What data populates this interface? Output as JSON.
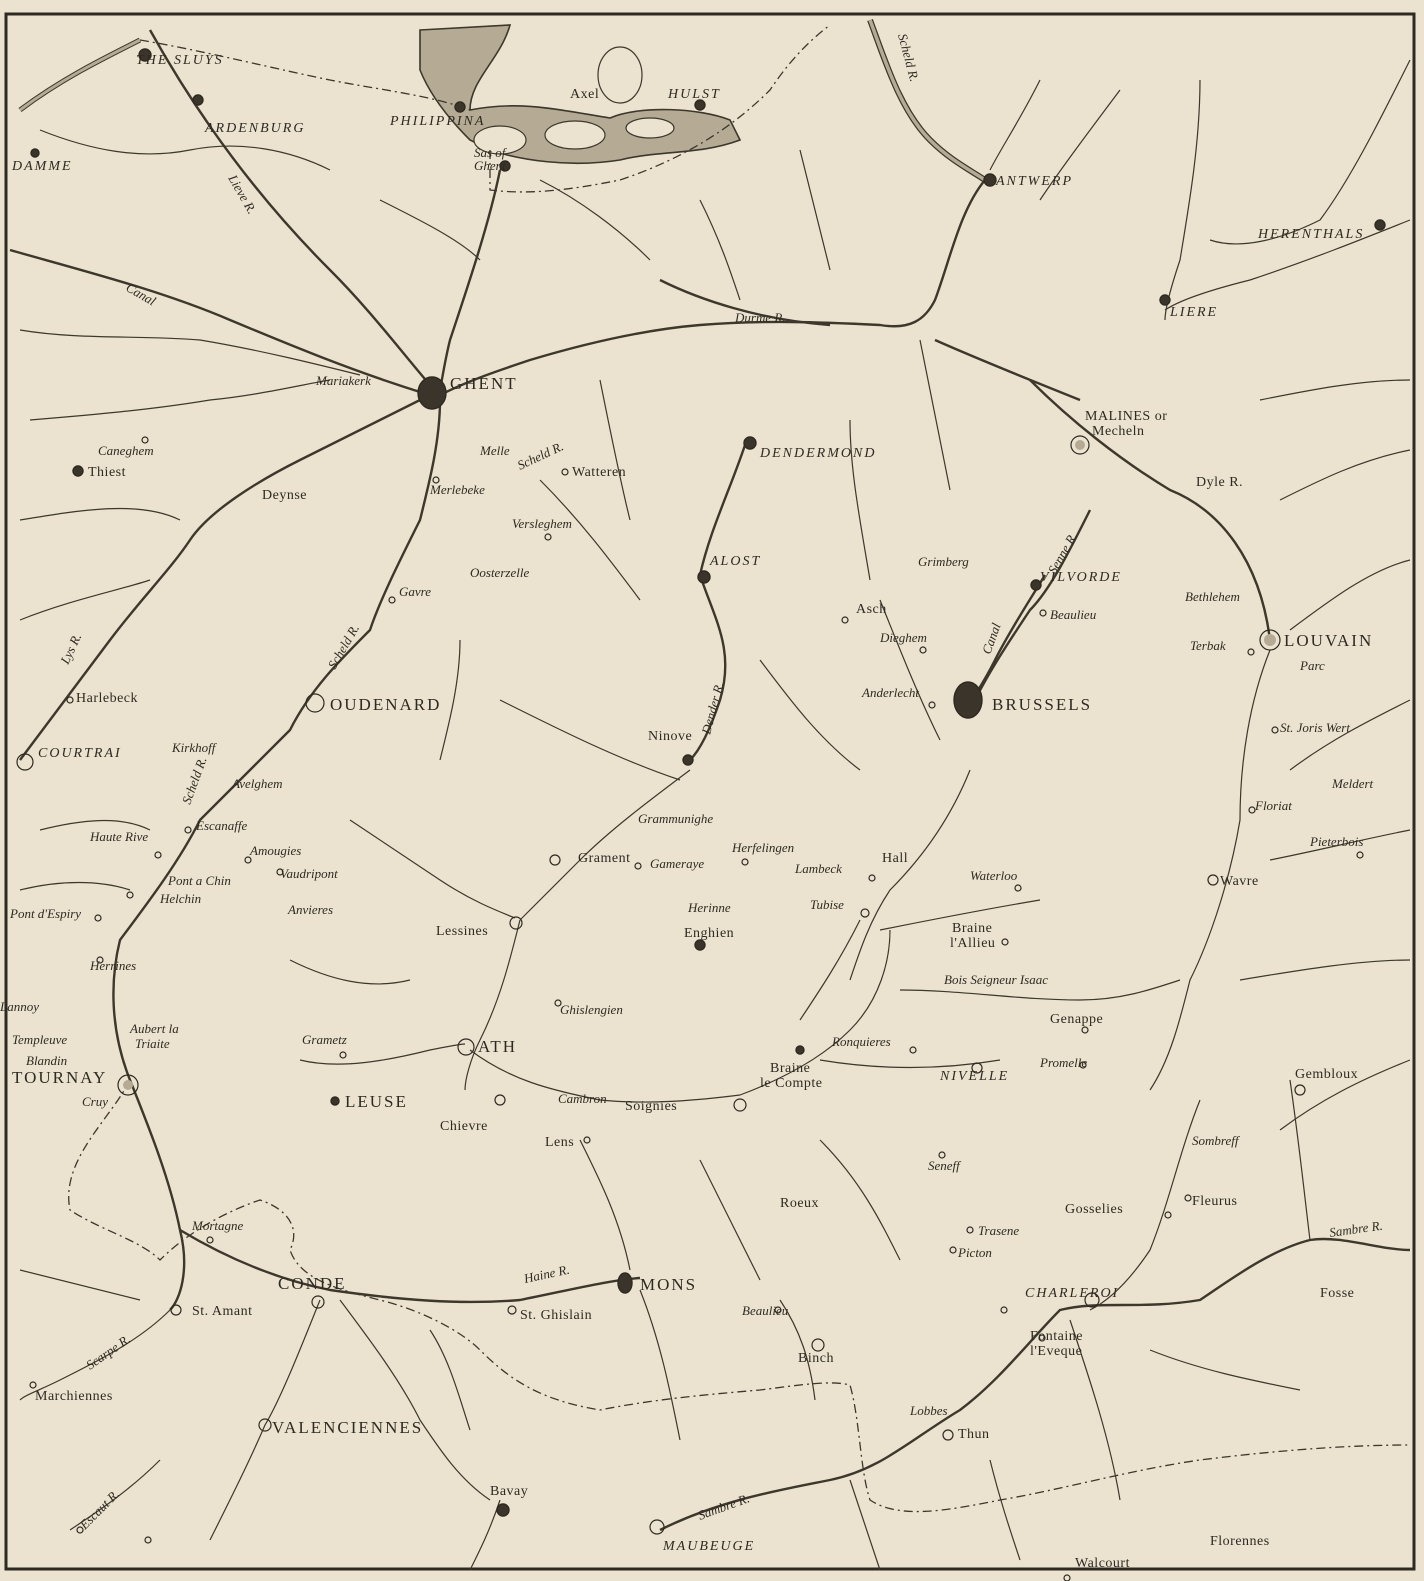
{
  "places": {
    "sluys": "THE SLUYS",
    "ardenburg": "ARDENBURG",
    "damme": "DAMME",
    "philippina": "PHILIPPINA",
    "sas_of_ghent_1": "Sas of",
    "sas_of_ghent_2": "Ghent",
    "axel": "Axel",
    "hulst": "HULST",
    "antwerp": "ANTWERP",
    "herenthals": "HERENTHALS",
    "lierre": "LIERE",
    "ghent": "GHENT",
    "mariakerk": "Mariakerk",
    "caneghem": "Caneghem",
    "thiest": "Thiest",
    "deynse": "Deynse",
    "merlebeke": "Merlebeke",
    "melle": "Melle",
    "watteren": "Watteren",
    "dendermond": "DENDERMOND",
    "malines_1": "MALINES or",
    "malines_2": "Mecheln",
    "versleghem": "Versleghem",
    "oosterzelle": "Oosterzelle",
    "alost": "ALOST",
    "grimberg": "Grimberg",
    "vilvorde": "VILVORDE",
    "beaulieu_n": "Beaulieu",
    "bethlehem": "Bethlehem",
    "asch": "Asch",
    "dieghem": "Dieghem",
    "terbak": "Terbak",
    "louvain": "LOUVAIN",
    "parc": "Parc",
    "gavre": "Gavre",
    "oudenard": "OUDENARD",
    "harlebeck": "Harlebeck",
    "courtrai": "COURTRAI",
    "anderlecht": "Anderlecht",
    "brussels": "BRUSSELS",
    "st_joris_wert": "St. Joris Wert",
    "meldert": "Meldert",
    "ninove": "Ninove",
    "kirkhoff": "Kirkhoff",
    "avelghem": "Avelghem",
    "floriat": "Floriat",
    "pieterbois": "Pieterbois",
    "haute_rive": "Haute Rive",
    "escanaffe": "Escanaffe",
    "grammunighe": "Grammunighe",
    "herfelingen": "Herfelingen",
    "amougies": "Amougies",
    "vaudripont": "Vaudripont",
    "grament": "Grament",
    "gameraye": "Gameraye",
    "lambeck": "Lambeck",
    "hall": "Hall",
    "waterloo": "Waterloo",
    "pont_a_chin": "Pont a Chin",
    "helchin": "Helchin",
    "wavre": "Wavre",
    "pont_d_espiry": "Pont d'Espiry",
    "anvieres": "Anvieres",
    "herinne": "Herinne",
    "enghien": "Enghien",
    "tubise": "Tubise",
    "lessines": "Lessines",
    "braine_allieu_1": "Braine",
    "braine_allieu_2": "l'Allieu",
    "herrines": "Herrines",
    "bois_seigneur": "Bois Seigneur Isaac",
    "ghislengien": "Ghislengien",
    "genappe": "Genappe",
    "lannoy": "Lannoy",
    "templeuve": "Templeuve",
    "aubert_1": "Aubert la",
    "aubert_2": "Triaite",
    "blandin": "Blandin",
    "tournay": "TOURNAY",
    "cruy": "Cruy",
    "grametz": "Grametz",
    "ath": "ATH",
    "ronquieres": "Ronquieres",
    "braine_comte_1": "Braine",
    "braine_comte_2": "le Compte",
    "nivelle": "NIVELLE",
    "promelle": "Promelle",
    "gembloux": "Gembloux",
    "leuse": "LEUSE",
    "chievre": "Chievre",
    "cambron": "Cambron",
    "soignies": "Soignies",
    "lens": "Lens",
    "seneff": "Seneff",
    "sombreff": "Sombreff",
    "fleurus": "Fleurus",
    "roeux": "Roeux",
    "gosselies": "Gosselies",
    "trasene": "Trasene",
    "picton": "Picton",
    "mortagne": "Mortagne",
    "conde": "CONDE",
    "mons": "MONS",
    "st_amant": "St. Amant",
    "st_ghislain": "St. Ghislain",
    "beaulieu_s": "Beaulieu",
    "charleroi": "CHARLEROI",
    "fosse": "Fosse",
    "fontaine_1": "Fontaine",
    "fontaine_2": "l'Eveque",
    "binch": "Binch",
    "marchiennes": "Marchiennes",
    "valenciennes": "VALENCIENNES",
    "lobbes": "Lobbes",
    "thun": "Thun",
    "bavay": "Bavay",
    "maubeuge": "MAUBEUGE",
    "walcourt": "Walcourt",
    "florennes": "Florennes"
  },
  "rivers": {
    "scheld_north": "Scheld R.",
    "lys": "Lys R.",
    "lieve": "Lieve R.",
    "canal_west": "Canal",
    "durme": "Durme R.",
    "scheld_ghent": "Scheld R.",
    "dyle": "Dyle R.",
    "senne": "Senne R.",
    "canal_brussels": "Canal",
    "dender": "Dender R.",
    "scheld_oudenard": "Scheld R.",
    "scheld_south": "Scheld R.",
    "haine": "Haine R.",
    "sambre_east": "Sambre R.",
    "sambre_south": "Sambre R.",
    "scarpe": "Scarpe R.",
    "escaut": "Escaut R."
  }
}
